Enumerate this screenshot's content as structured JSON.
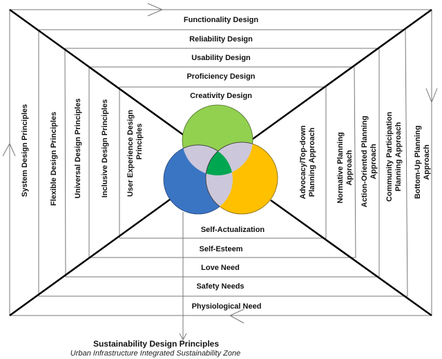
{
  "top_layers": [
    "Functionality Design",
    "Reliability Design",
    "Usability Design",
    "Proficiency Design",
    "Creativity Design"
  ],
  "bottom_layers": [
    "Self-Actualization",
    "Self-Esteem",
    "Love Need",
    "Safety Needs",
    "Physiological Need"
  ],
  "left_layers": [
    [
      "System Design Principles"
    ],
    [
      "Flexible Design Principles"
    ],
    [
      "Universal Design Principles"
    ],
    [
      "Inclusive Design Principles"
    ],
    [
      "User Experience Design",
      "Principles"
    ]
  ],
  "right_layers": [
    [
      "Advocacy/Top-down",
      "Planning Approach"
    ],
    [
      "Normative Planning",
      "Approach"
    ],
    [
      "Action-Oriented Planning",
      "Approach"
    ],
    [
      "Community Participation",
      "Planning Approach"
    ],
    [
      "Bottom-Up Planning",
      "Approach"
    ]
  ],
  "footer": {
    "title": "Sustainability Design Principles",
    "subtitle": "Urban Infrastructure Integrated Sustainability Zone"
  },
  "venn_colors": {
    "top": "#92d050",
    "left": "#3a75c4",
    "right": "#ffc000",
    "pair_overlap": "#cdc7dc",
    "center": "#00a650"
  }
}
